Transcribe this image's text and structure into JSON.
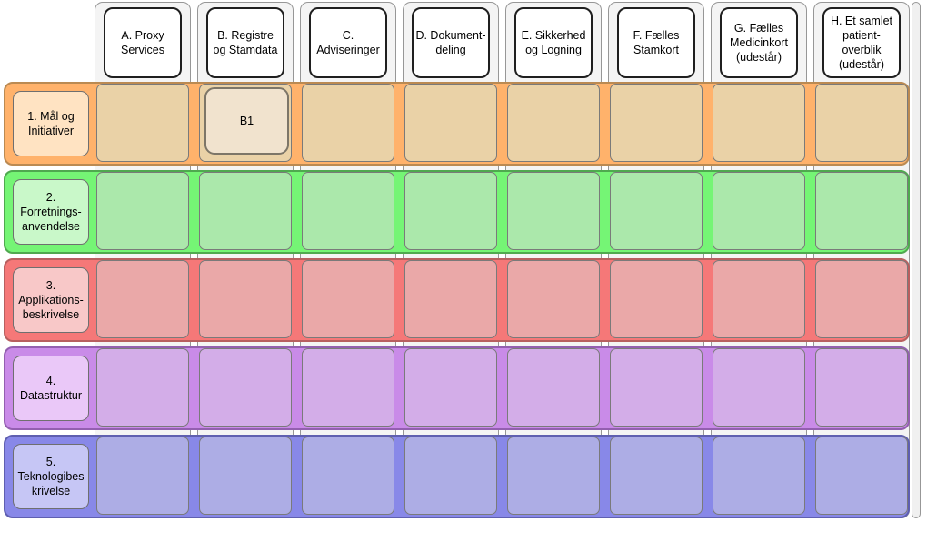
{
  "matrix": {
    "columns": [
      {
        "id": "A",
        "label": "A. Proxy Services"
      },
      {
        "id": "B",
        "label": "B. Registre og Stamdata"
      },
      {
        "id": "C",
        "label": "C. Adviseringer"
      },
      {
        "id": "D",
        "label": "D. Dokument-deling"
      },
      {
        "id": "E",
        "label": "E. Sikkerhed og Logning"
      },
      {
        "id": "F",
        "label": "F. Fælles Stamkort"
      },
      {
        "id": "G",
        "label": "G. Fælles Medicinkort (udestår)"
      },
      {
        "id": "H",
        "label": "H. Et samlet patient-overblik (udestår)"
      }
    ],
    "rows": [
      {
        "id": "1",
        "label": "1. Mål og Initiativer",
        "band_color": "#FFB26B",
        "band_border": "#BB8A52",
        "header_fill": "#FFE3C2",
        "cell_fill": "#EAD2A7"
      },
      {
        "id": "2",
        "label": "2. Forretnings-anvendelse",
        "band_color": "#75F575",
        "band_border": "#4FA94F",
        "header_fill": "#C9F8C9",
        "cell_fill": "#ABE8AB"
      },
      {
        "id": "3",
        "label": "3. Applikations-beskrivelse",
        "band_color": "#F57878",
        "band_border": "#B85F5F",
        "header_fill": "#F8C8C8",
        "cell_fill": "#EAA8A8"
      },
      {
        "id": "4",
        "label": "4. Datastruktur",
        "band_color": "#C98BE8",
        "band_border": "#935FB0",
        "header_fill": "#EAC8F8",
        "cell_fill": "#D3ADE8"
      },
      {
        "id": "5",
        "label": "5. Teknologibes krivelse",
        "band_color": "#8888E8",
        "band_border": "#5F5FB0",
        "header_fill": "#C6C6F5",
        "cell_fill": "#ADADE5"
      }
    ],
    "nodes": [
      {
        "id": "B1",
        "label": "B1",
        "row": "1",
        "column": "B",
        "fill": "#F1E3CE"
      }
    ],
    "colors": {
      "canvas_bg": "#FFFFFF",
      "lane_fill": "#F4F4F4",
      "lane_border": "#979797",
      "column_header_fill": "#FFFFFF",
      "column_header_border": "#1F1F1F",
      "cell_border": "#7A7A7A",
      "text": "#000000"
    }
  }
}
